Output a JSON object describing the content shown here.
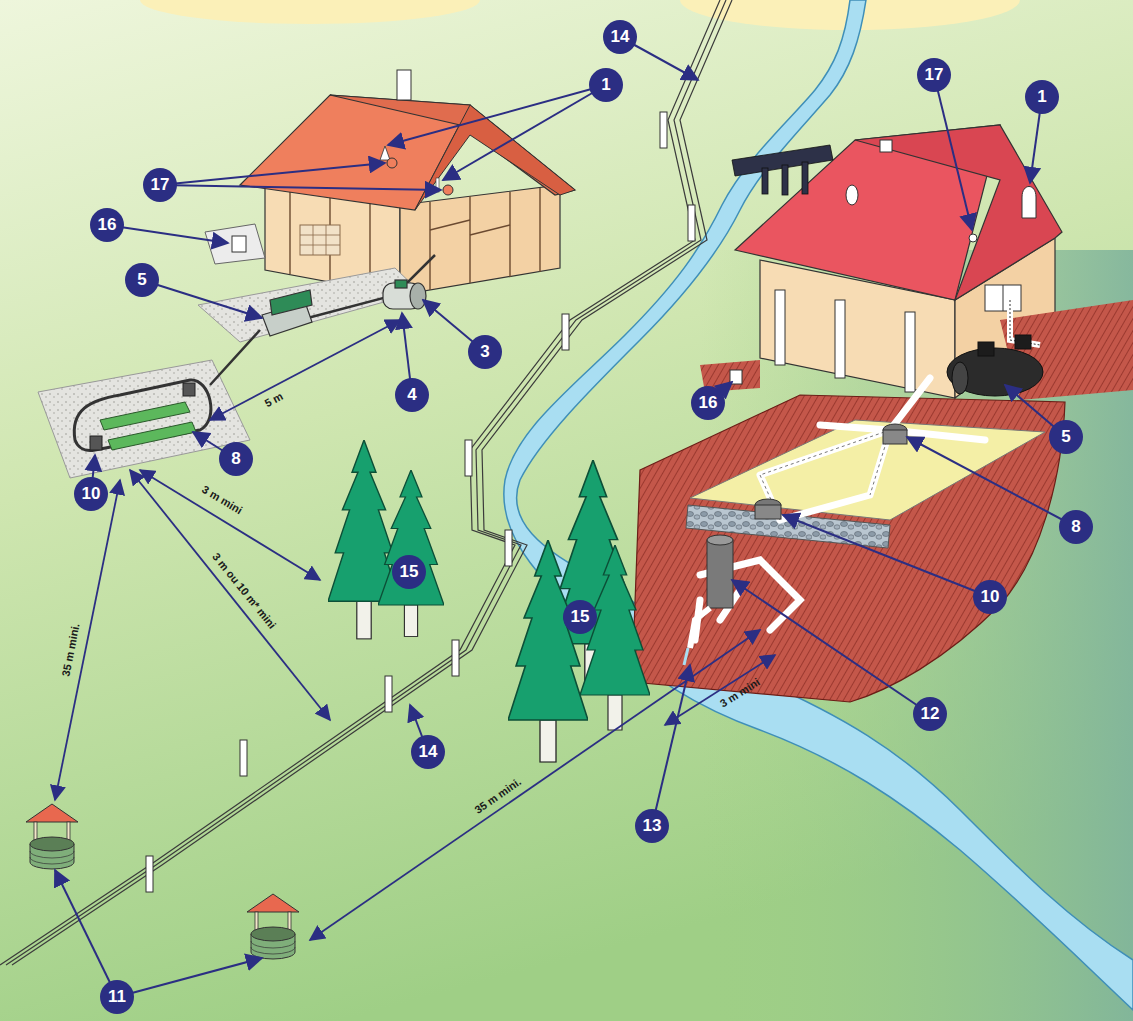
{
  "diagram": {
    "labels": [
      "14",
      "1",
      "17",
      "1",
      "17",
      "16",
      "5",
      "3",
      "4",
      "16",
      "5 m",
      "5",
      "8",
      "10",
      "3 m mini",
      "8",
      "15",
      "10",
      "15",
      "3 m ou 10 m* mini",
      "35 m mini.",
      "12",
      "3 m mini",
      "14",
      "35 m mini.",
      "13",
      "11"
    ]
  }
}
